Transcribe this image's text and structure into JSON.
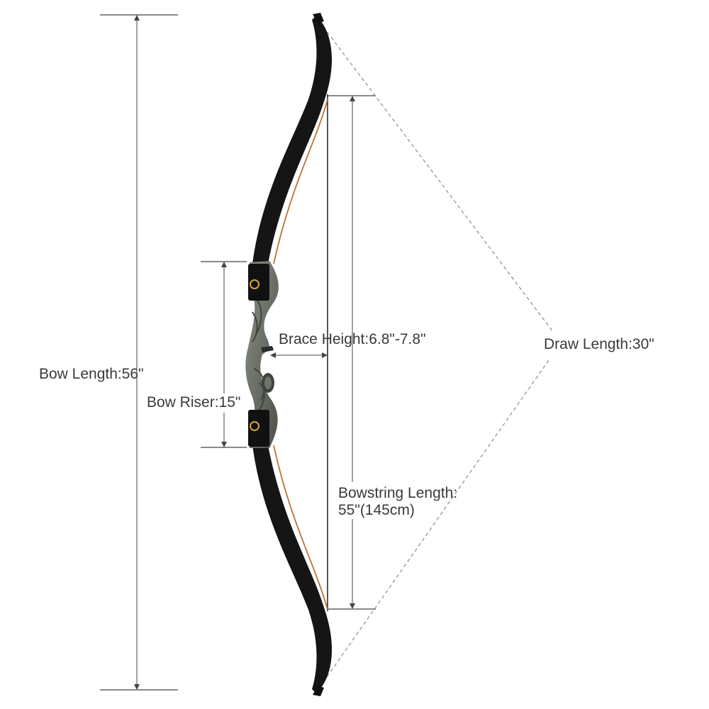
{
  "annotations": {
    "bow_length": "Bow Length:56\"",
    "bow_riser": "Bow Riser:15\"",
    "brace_height": "Brace Height:6.8\"-7.8\"",
    "draw_length": "Draw Length:30\"",
    "bowstring_length_line1": "Bowstring Length:",
    "bowstring_length_line2": "55\"(145cm)"
  },
  "colors": {
    "limb": "#151515",
    "limb_edge": "#b5763a",
    "riser_wood": "#6f746a",
    "riser_grain": "#3f4440",
    "dimension_line": "#444444",
    "dashed_line": "#8a8a8a",
    "bowstring": "#2b2b2b",
    "accent_ring": "#d4a437"
  }
}
